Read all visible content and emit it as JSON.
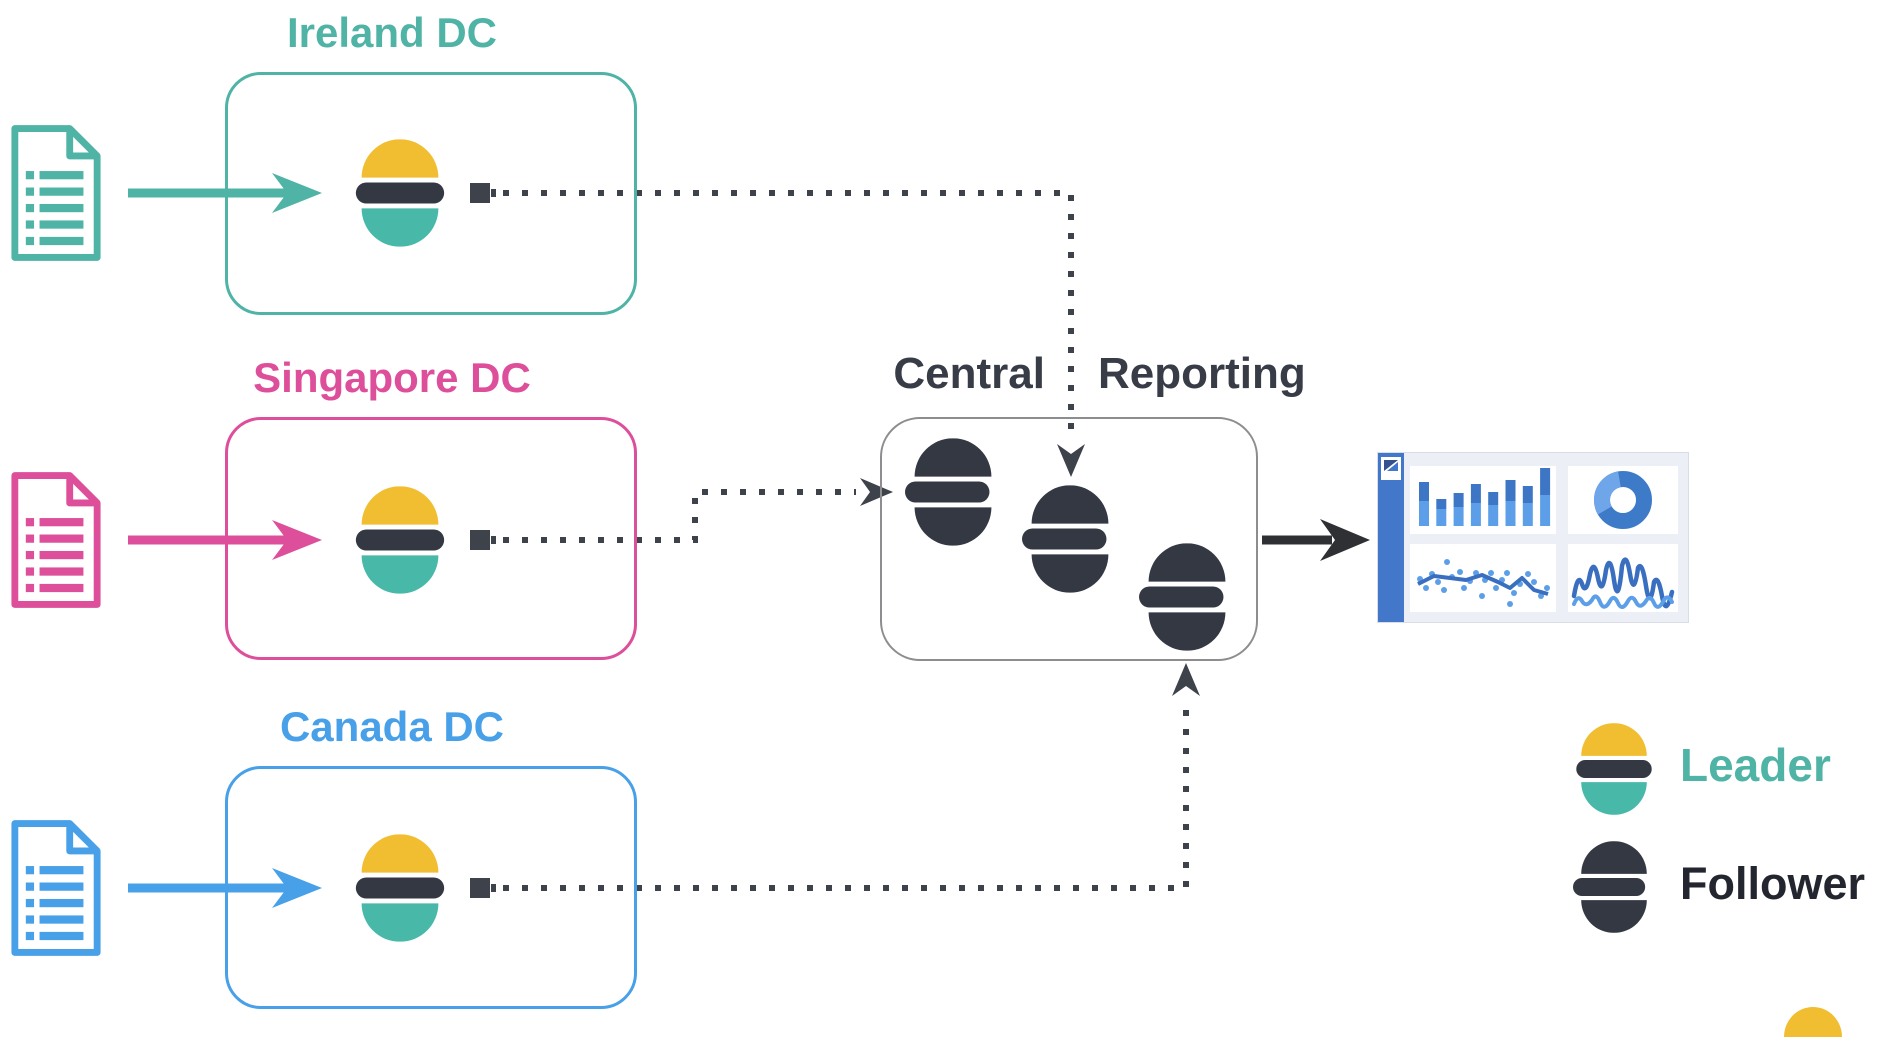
{
  "datacenters": [
    {
      "name": "Ireland DC",
      "color": "#4FB3A5"
    },
    {
      "name": "Singapore DC",
      "color": "#DE4F9B"
    },
    {
      "name": "Canada DC",
      "color": "#47A0E8"
    }
  ],
  "central": {
    "word_left": "Central",
    "word_right": "Reporting"
  },
  "legend": {
    "leader_label": "Leader",
    "leader_color": "#4FB3A5",
    "follower_label": "Follower",
    "follower_color": "#23262E"
  },
  "colors": {
    "es_yellow": "#F1BE32",
    "es_teal": "#48B8A9",
    "es_dark": "#333843",
    "connector": "#3E424B",
    "solid_arrow": "#2E3033",
    "cluster_border": "#8D8D90",
    "central_title": "#383C46"
  },
  "dashboard": {
    "accent": "#4377C9",
    "panel_bg": "#ECEFF5",
    "bar_dark": "#3D76C4",
    "bar_light": "#5C9FE8",
    "bars": {
      "totals": [
        44,
        27,
        33,
        42,
        34,
        46,
        40,
        58
      ],
      "light": [
        25,
        17,
        19,
        23,
        21,
        25,
        23,
        31
      ]
    },
    "tiles": [
      "stacked-bar-chart",
      "donut-chart",
      "scatter-plot",
      "wave-lines"
    ]
  }
}
